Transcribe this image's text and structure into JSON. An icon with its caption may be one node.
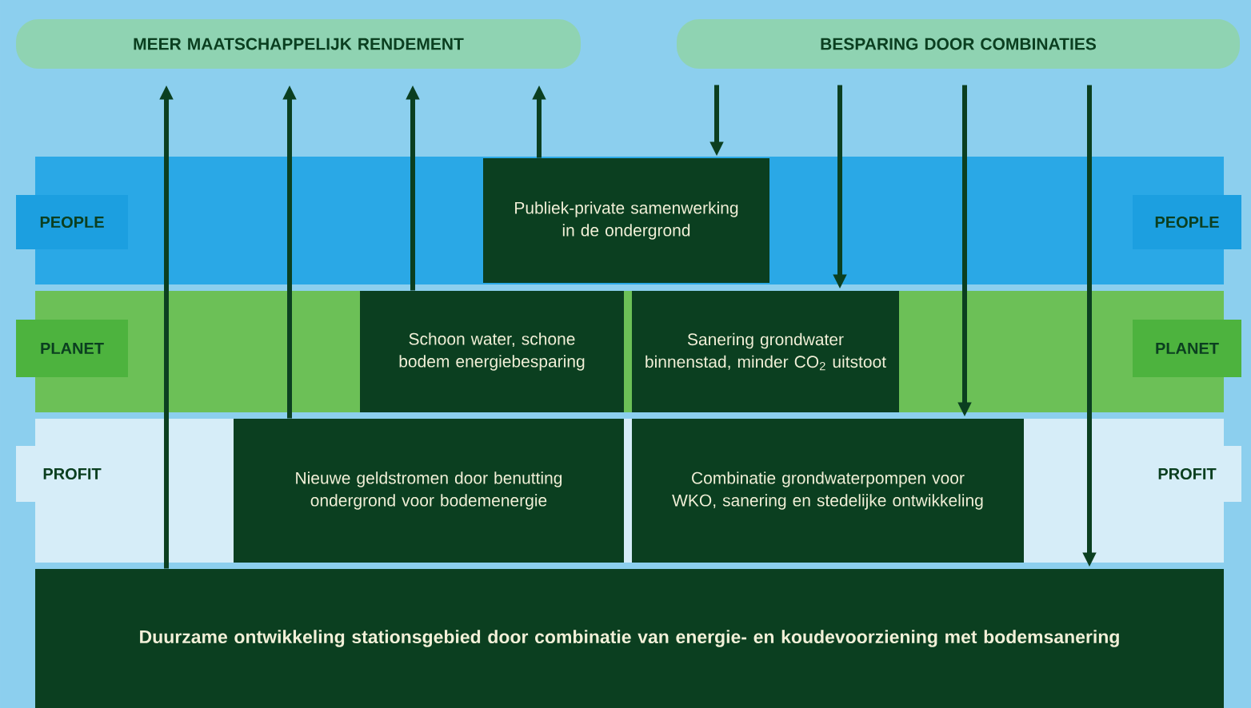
{
  "diagram": {
    "nodes": [
      {
        "text": [
          "MEER MAATSCHAPPELIJK RENDEMENT"
        ]
      },
      {
        "text": [
          "BESPARING DOOR COMBINATIES"
        ]
      },
      {
        "text": [
          "PEOPLE"
        ]
      },
      {
        "text": [
          "PEOPLE"
        ]
      },
      {
        "text": [
          "PLANET"
        ]
      },
      {
        "text": [
          "PLANET"
        ]
      },
      {
        "text": [
          "PROFIT"
        ]
      },
      {
        "text": [
          "PROFIT"
        ]
      },
      {
        "text": [
          "Publiek-private samenwerking in de ondergrond"
        ]
      },
      {
        "text": [
          "Schoon water, schone bodem energiebesparing"
        ]
      },
      {
        "text": [
          "Sanering grondwater binnenstad, minder CO$_{2}$ uitstoot"
        ]
      },
      {
        "text": [
          "Nieuwe geldstromen door benutting ondergrond voor bodemenergie"
        ]
      },
      {
        "text": [
          "Combinatie grondwaterpompen voor WKO, sanering en stedelijke ontwikkeling"
        ]
      },
      {
        "text": [
          "Duurzame ontwikkeling stationsgebied door combinatie van energie- en koudevoorziening met bodemsanering"
        ]
      }
    ],
    "edges": [
      {
        "from": 13,
        "to": 0,
        "arrow": "to"
      },
      {
        "from": 11,
        "to": 0,
        "arrow": "to"
      },
      {
        "from": 9,
        "to": 0,
        "arrow": "to"
      },
      {
        "from": 8,
        "to": 0,
        "arrow": "to"
      },
      {
        "from": 1,
        "to": 8,
        "arrow": "to"
      },
      {
        "from": 1,
        "to": 10,
        "arrow": "to"
      },
      {
        "from": 1,
        "to": 12,
        "arrow": "to"
      },
      {
        "from": 1,
        "to": 13,
        "arrow": "to"
      }
    ]
  }
}
